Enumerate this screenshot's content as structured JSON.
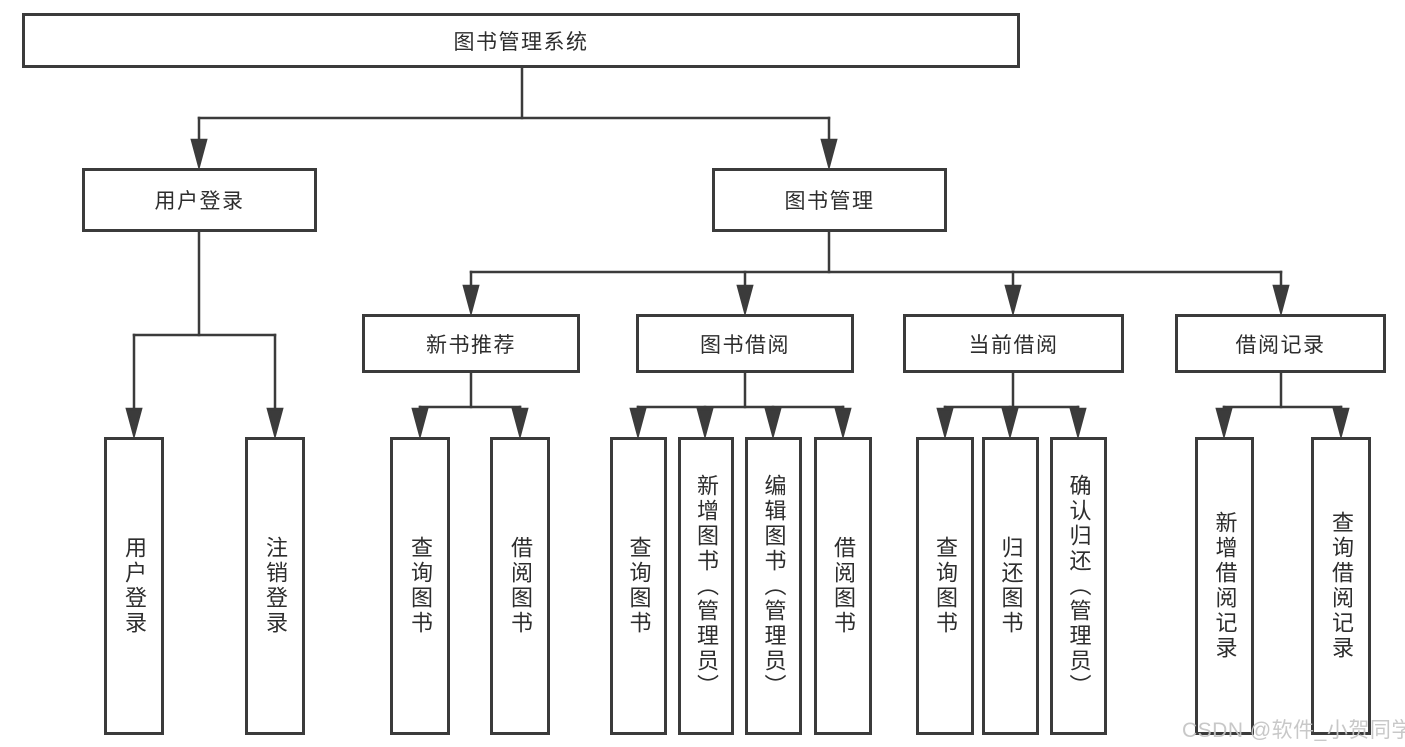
{
  "diagram": {
    "root": {
      "label": "图书管理系统"
    },
    "level2": [
      {
        "label": "用户登录",
        "children": [
          "用户登录",
          "注销登录"
        ]
      },
      {
        "label": "图书管理"
      }
    ],
    "level3": [
      {
        "label": "新书推荐",
        "children": [
          "查询图书",
          "借阅图书"
        ]
      },
      {
        "label": "图书借阅",
        "children": [
          "查询图书",
          "新增图书（管理员）",
          "编辑图书（管理员）",
          "借阅图书"
        ]
      },
      {
        "label": "当前借阅",
        "children": [
          "查询图书",
          "归还图书",
          "确认归还（管理员）"
        ]
      },
      {
        "label": "借阅记录",
        "children": [
          "新增借阅记录",
          "查询借阅记录"
        ]
      }
    ],
    "watermark": "CSDN @软件_小贺同学",
    "colors": {
      "line": "#3b3b3b",
      "border": "#3b3b3b",
      "text": "#2d2d2d",
      "watermark": "#c5c5c5",
      "background": "#ffffff"
    }
  }
}
